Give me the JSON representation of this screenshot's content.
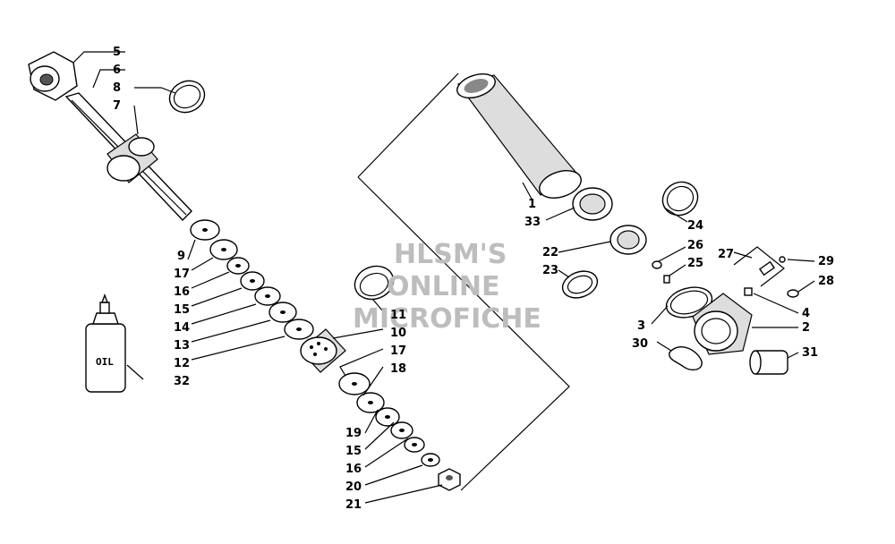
{
  "watermark": {
    "line1": "HLSM'S",
    "line2": "ONLINE",
    "line3": "MICROFICHE"
  },
  "bottle_text": "OIL",
  "callouts": {
    "c1": "1",
    "c2": "2",
    "c3": "3",
    "c4": "4",
    "c5": "5",
    "c6": "6",
    "c7": "7",
    "c8": "8",
    "c9": "9",
    "c10": "10",
    "c11": "11",
    "c12": "12",
    "c13": "13",
    "c14": "14",
    "c15a": "15",
    "c15b": "15",
    "c16a": "16",
    "c16b": "16",
    "c17a": "17",
    "c17b": "17",
    "c18": "18",
    "c19": "19",
    "c20": "20",
    "c21": "21",
    "c22": "22",
    "c23": "23",
    "c24": "24",
    "c25": "25",
    "c26": "26",
    "c27": "27",
    "c28": "28",
    "c29": "29",
    "c30": "30",
    "c31": "31",
    "c32": "32",
    "c33": "33"
  }
}
